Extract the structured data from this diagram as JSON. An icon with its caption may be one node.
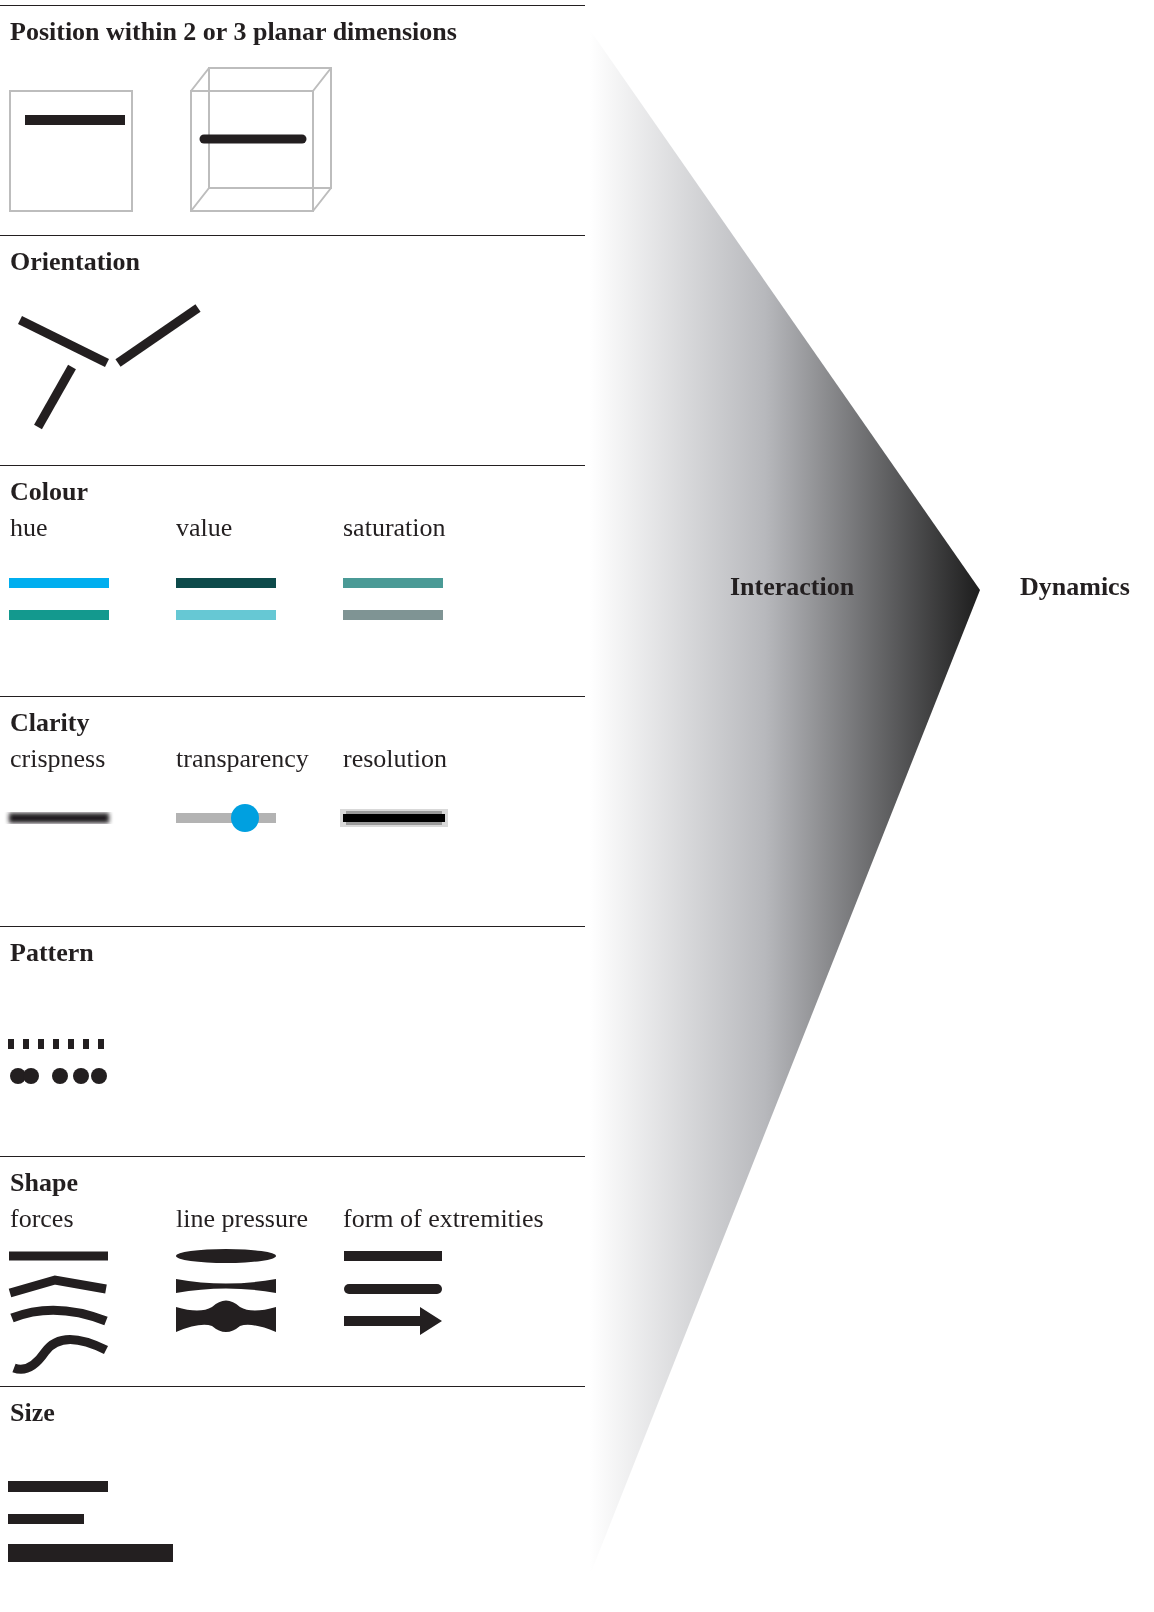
{
  "diagram": {
    "nodes": [
      {
        "text": [
          "Position within 2 or 3 planar dimensions"
        ]
      },
      {
        "text": [
          "Orientation"
        ]
      },
      {
        "text": [
          "Colour",
          "hue",
          "value",
          "saturation"
        ]
      },
      {
        "text": [
          "Clarity",
          "crispness",
          "transparency",
          "resolution"
        ]
      },
      {
        "text": [
          "Pattern"
        ]
      },
      {
        "text": [
          "Shape",
          "forces",
          "line pressure",
          "form of extremities"
        ]
      },
      {
        "text": [
          "Size"
        ]
      },
      {
        "text": [
          "Interaction"
        ]
      }
    ],
    "labels": [
      "Dynamics"
    ]
  }
}
